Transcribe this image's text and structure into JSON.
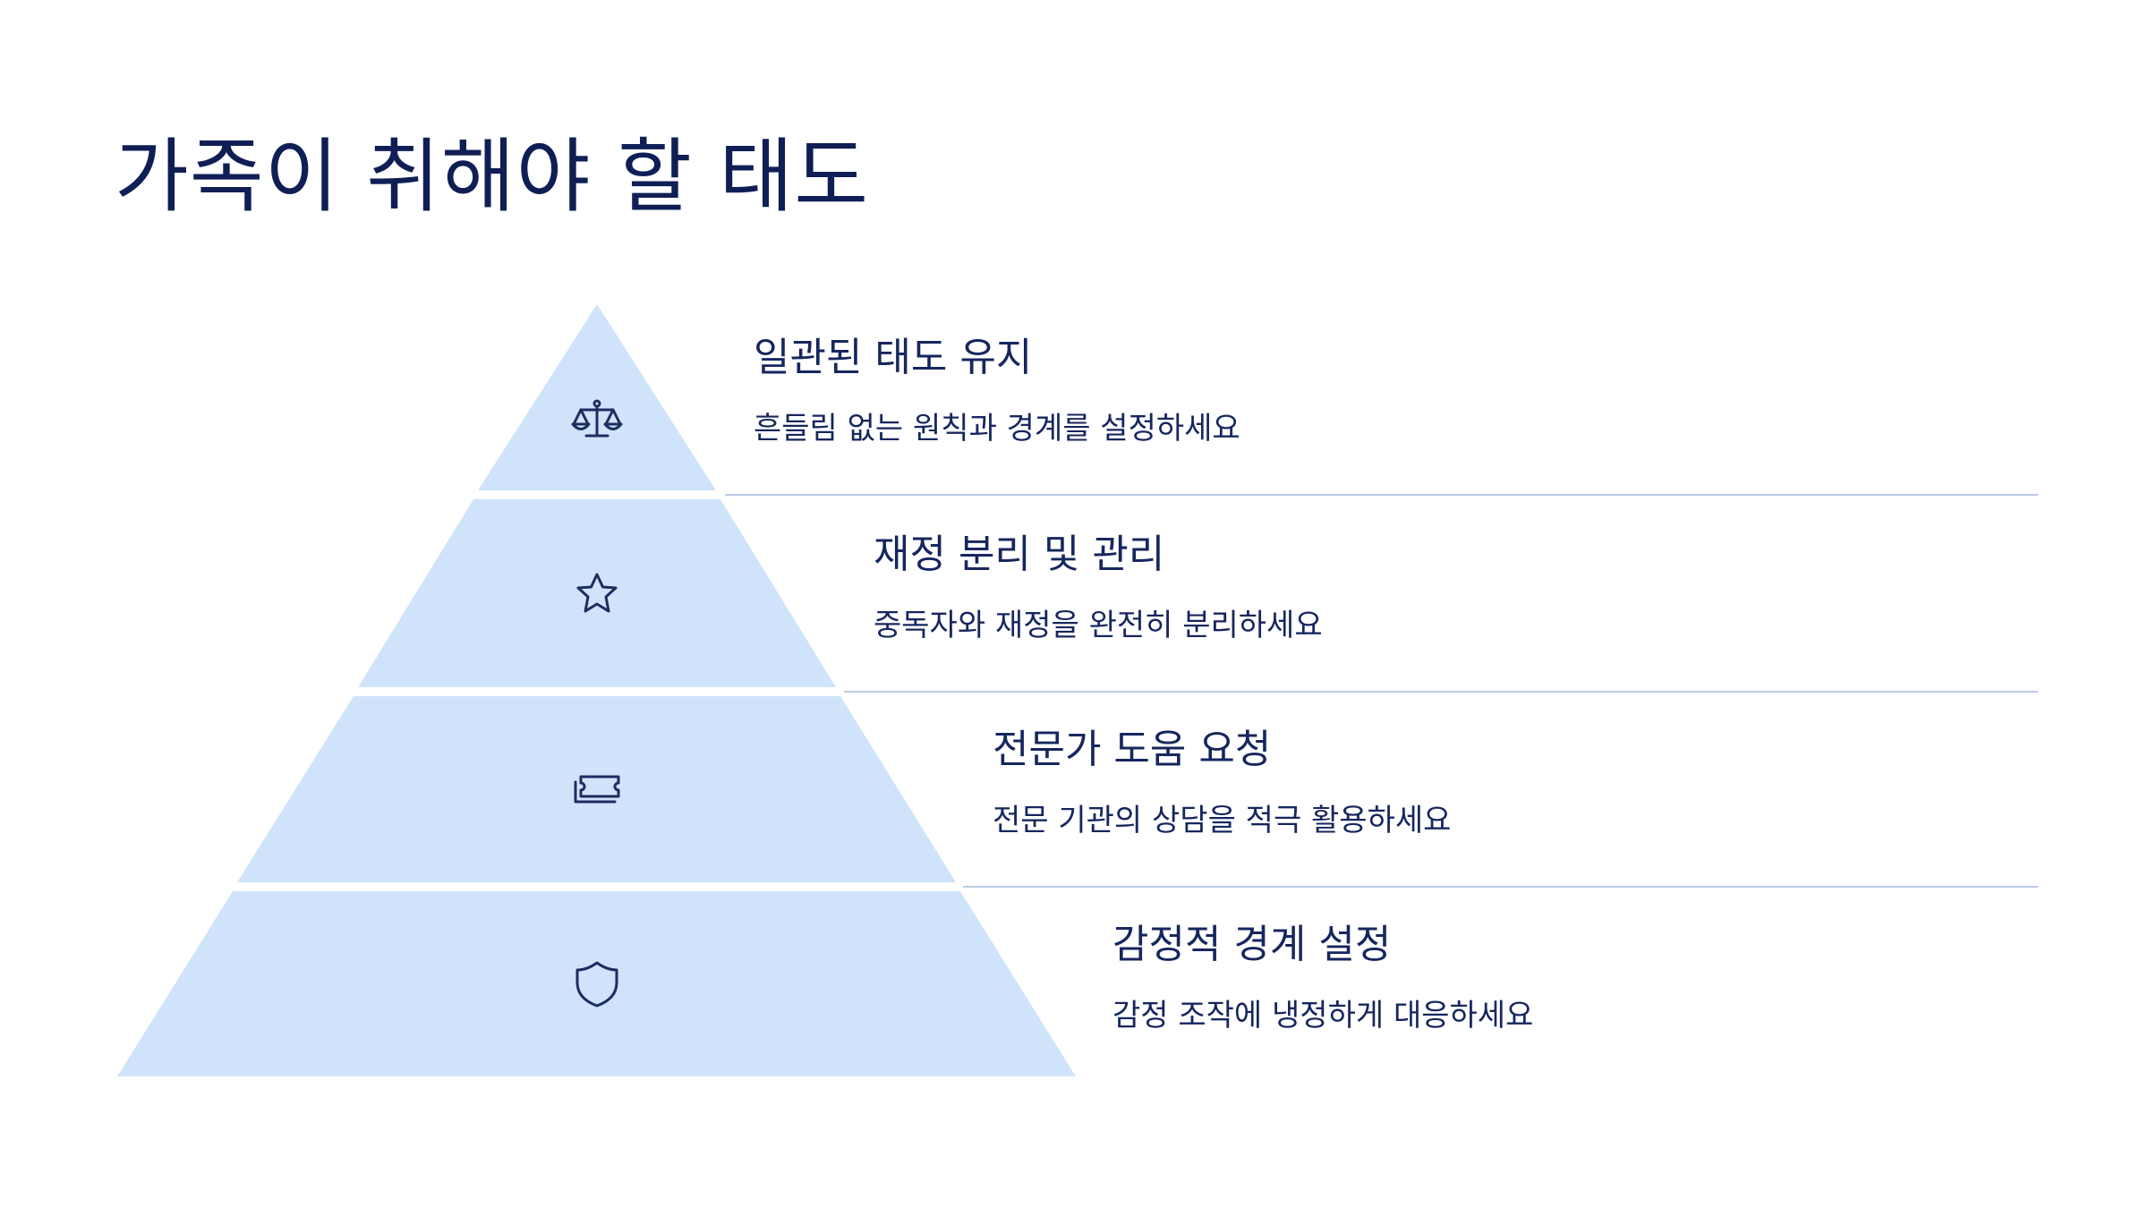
{
  "slide": {
    "title": "가족이 취해야 할 태도"
  },
  "colors": {
    "tier_fill": "#cfe4fb",
    "divider": "#b9cbe3",
    "text": "#16265e",
    "icon": "#1c2d5f"
  },
  "pyramid": [
    {
      "icon": "balance-scale-icon",
      "heading": "일관된 태도 유지",
      "description": "흔들림 없는 원칙과 경계를 설정하세요"
    },
    {
      "icon": "star-icon",
      "heading": "재정 분리 및 관리",
      "description": "중독자와 재정을 완전히 분리하세요"
    },
    {
      "icon": "ticket-icon",
      "heading": "전문가 도움 요청",
      "description": "전문 기관의 상담을 적극 활용하세요"
    },
    {
      "icon": "shield-icon",
      "heading": "감정적 경계 설정",
      "description": "감정 조작에 냉정하게 대응하세요"
    }
  ]
}
